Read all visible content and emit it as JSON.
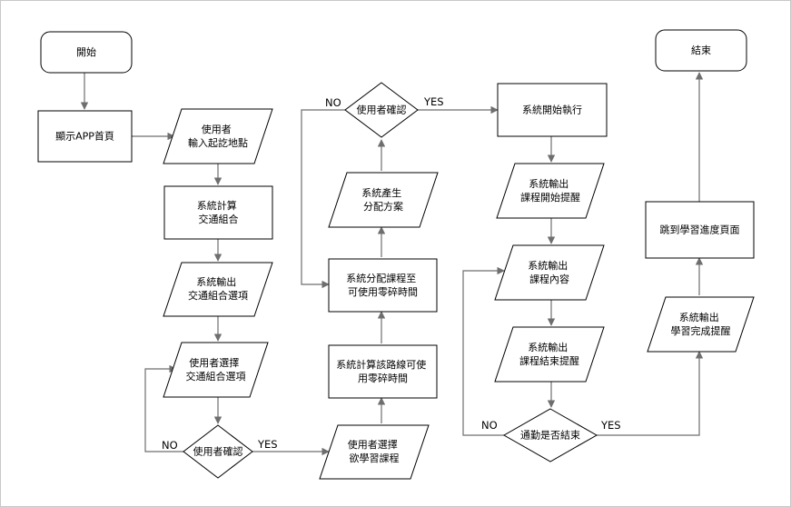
{
  "nodes": {
    "start": "開始",
    "home": "顯示APP首頁",
    "input_start": [
      "使用者",
      "輸入起訖地點"
    ],
    "calc_transport": [
      "系統計算",
      "交通組合"
    ],
    "output_options": [
      "系統輸出",
      "交通組合選項"
    ],
    "select_option": [
      "使用者選擇",
      "交通組合選項"
    ],
    "confirm_1": "使用者確認",
    "select_course": [
      "使用者選擇",
      "欲學習課程"
    ],
    "calc_time": [
      "系統計算該路線可使",
      "用零碎時間"
    ],
    "assign": [
      "系統分配課程至",
      "可使用零碎時間"
    ],
    "plan": [
      "系統產生",
      "分配方案"
    ],
    "confirm_2": "使用者確認",
    "execute": "系統開始執行",
    "start_reminder": [
      "系統輸出",
      "課程開始提醒"
    ],
    "content": [
      "系統輸出",
      "課程內容"
    ],
    "end_reminder": [
      "系統輸出",
      "課程結束提醒"
    ],
    "check_end": "通勤是否結束",
    "complete": [
      "系統輸出",
      "學習完成提醒"
    ],
    "progress": "跳到學習進度頁面",
    "end": "結束"
  },
  "labels": {
    "no_1": "NO",
    "yes_1": "YES",
    "no_2": "NO",
    "yes_2": "YES",
    "no_3": "NO",
    "yes_3": "YES"
  },
  "colors": {
    "stroke": "#000000",
    "edge": "#6e6e6e",
    "frame": "#c8c8c8"
  }
}
